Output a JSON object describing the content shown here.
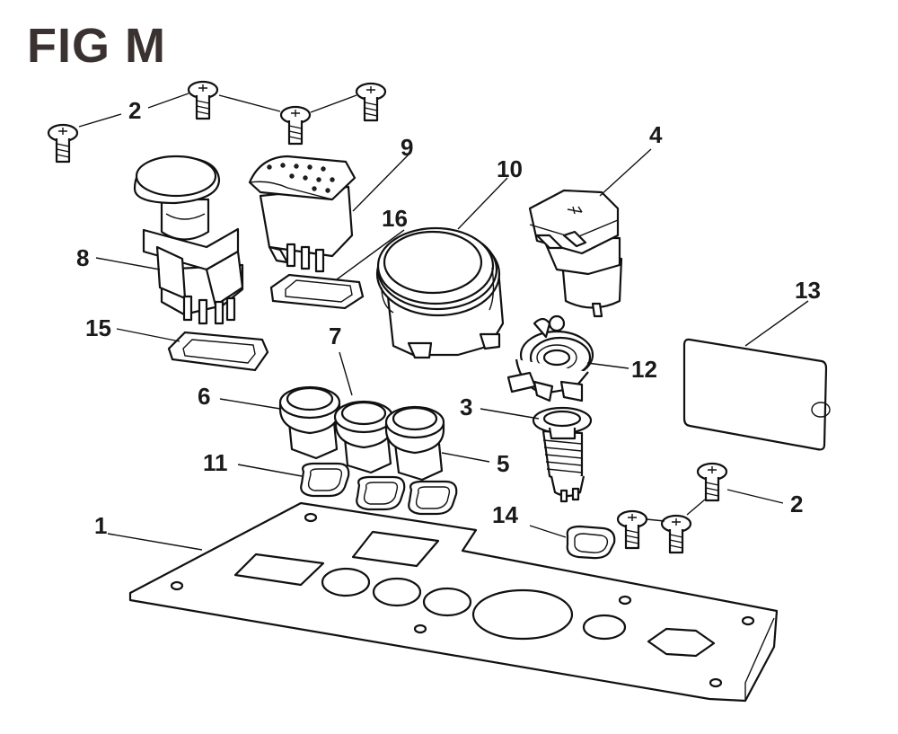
{
  "figure": {
    "title": "FIG M"
  },
  "callouts": {
    "c1": "1",
    "c2a": "2",
    "c2b": "2",
    "c3": "3",
    "c4": "4",
    "c5": "5",
    "c6": "6",
    "c7": "7",
    "c8": "8",
    "c9": "9",
    "c10": "10",
    "c11": "11",
    "c12": "12",
    "c13": "13",
    "c14": "14",
    "c15": "15",
    "c16": "16"
  }
}
